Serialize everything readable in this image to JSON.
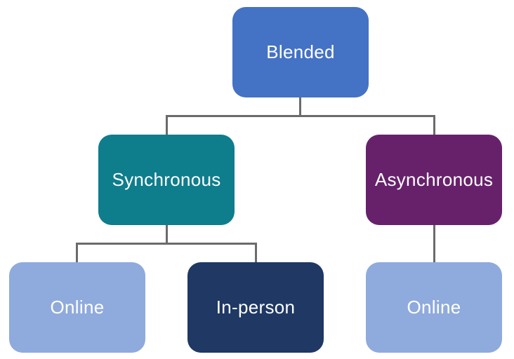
{
  "diagram": {
    "type": "hierarchy-tree",
    "levels": 3
  },
  "nodes": [
    {
      "id": "blended",
      "label": "Blended",
      "bg": "#4472C4"
    },
    {
      "id": "synchronous",
      "label": "Synchronous",
      "bg": "#0E7D8C"
    },
    {
      "id": "asynchronous",
      "label": "Asynchronous",
      "bg": "#67216B"
    },
    {
      "id": "online-left",
      "label": "Online",
      "bg": "#8FAADC"
    },
    {
      "id": "in-person",
      "label": "In-person",
      "bg": "#1F3864"
    },
    {
      "id": "online-right",
      "label": "Online",
      "bg": "#8FAADC"
    }
  ],
  "edges": [
    {
      "from": "blended",
      "to": "synchronous"
    },
    {
      "from": "blended",
      "to": "asynchronous"
    },
    {
      "from": "synchronous",
      "to": "online-left"
    },
    {
      "from": "synchronous",
      "to": "in-person"
    },
    {
      "from": "asynchronous",
      "to": "online-right"
    }
  ],
  "colors": {
    "connector": "#6B6B6B",
    "background": "#FFFFFF",
    "node_text": "#FFFFFF"
  }
}
